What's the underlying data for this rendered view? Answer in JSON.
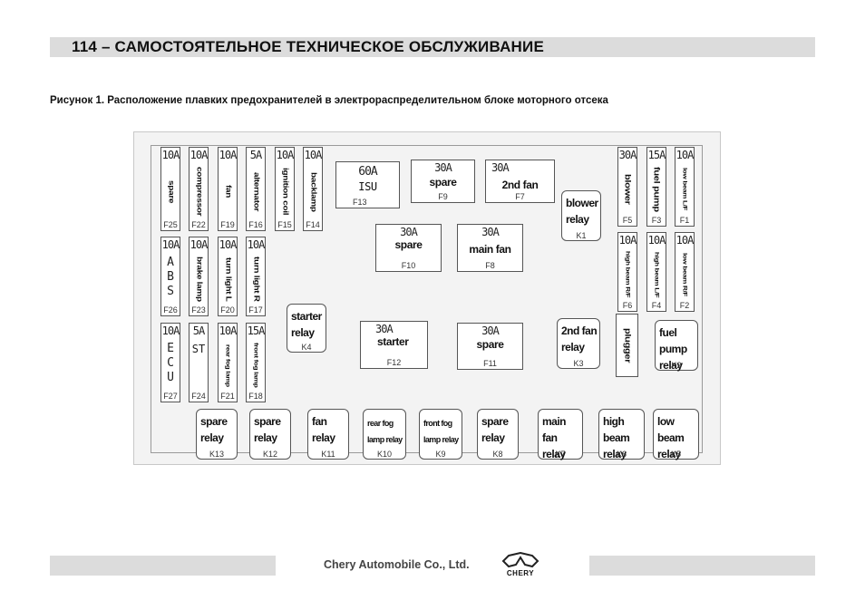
{
  "header": {
    "title": "114 – САМОСТОЯТЕЛЬНОЕ ТЕХНИЧЕСКОЕ ОБСЛУЖИВАНИЕ"
  },
  "caption": "Рисунок 1. Расположение плавких предохранителей в электрораспределительном блоке моторного отсека",
  "fuses": {
    "f25": {
      "amp": "10A",
      "label": "spare",
      "code": "F25"
    },
    "f22": {
      "amp": "10A",
      "label": "compressor",
      "code": "F22"
    },
    "f19": {
      "amp": "10A",
      "label": "fan",
      "code": "F19"
    },
    "f16": {
      "amp": "5A",
      "label": "alternator",
      "code": "F16"
    },
    "f15": {
      "amp": "10A",
      "label": "ignition coil",
      "code": "F15"
    },
    "f14": {
      "amp": "10A",
      "label": "backlamp",
      "code": "F14"
    },
    "f26": {
      "amp": "10A",
      "letters": "A\nB\nS",
      "code": "F26"
    },
    "f23": {
      "amp": "10A",
      "label": "brake lamp",
      "code": "F23"
    },
    "f20": {
      "amp": "10A",
      "label": "turn light L",
      "code": "F20"
    },
    "f17": {
      "amp": "10A",
      "label": "turn light R",
      "code": "F17"
    },
    "f27": {
      "amp": "10A",
      "letters": "E\nC\nU",
      "code": "F27"
    },
    "f24": {
      "amp": "5A",
      "letters": "ST",
      "code": "F24"
    },
    "f21": {
      "amp": "10A",
      "label": "rear fog lamp",
      "code": "F21"
    },
    "f18": {
      "amp": "15A",
      "label": "front fog lamp",
      "code": "F18"
    },
    "f13": {
      "amp": "60A",
      "label": "ISU",
      "code": "F13"
    },
    "f9": {
      "amp": "30A",
      "label": "spare",
      "code": "F9"
    },
    "f7": {
      "amp": "30A",
      "label": "2nd fan",
      "code": "F7"
    },
    "f10": {
      "amp": "30A",
      "label": "spare",
      "code": "F10"
    },
    "f8": {
      "amp": "30A",
      "label": "main fan",
      "code": "F8"
    },
    "f12": {
      "amp": "30A",
      "label": "starter",
      "code": "F12"
    },
    "f11": {
      "amp": "30A",
      "label": "spare",
      "code": "F11"
    },
    "f5": {
      "amp": "30A",
      "label": "blower",
      "code": "F5"
    },
    "f3": {
      "amp": "15A",
      "label": "fuel pump",
      "code": "F3"
    },
    "f1": {
      "amp": "10A",
      "label": "low beam L/F",
      "code": "F1"
    },
    "f6": {
      "amp": "10A",
      "label": "high beam R/F",
      "code": "F6"
    },
    "f4": {
      "amp": "10A",
      "label": "high beam L/F",
      "code": "F4"
    },
    "f2": {
      "amp": "10A",
      "label": "low beam R/F",
      "code": "F2"
    },
    "plugger": {
      "label": "plugger"
    }
  },
  "relays": {
    "k1": {
      "name": "blower\nrelay",
      "code": "K1"
    },
    "k4": {
      "name": "starter\nrelay",
      "code": "K4"
    },
    "k3": {
      "name": "2nd fan\nrelay",
      "code": "K3"
    },
    "k2": {
      "name": "fuel pump\nrelay",
      "code": "K2"
    },
    "k13": {
      "name": "spare\nrelay",
      "code": "K13"
    },
    "k12": {
      "name": "spare\nrelay",
      "code": "K12"
    },
    "k11": {
      "name": "fan\nrelay",
      "code": "K11"
    },
    "k10": {
      "name": "rear fog\nlamp relay",
      "code": "K10"
    },
    "k9": {
      "name": "front fog\nlamp relay",
      "code": "K9"
    },
    "k8": {
      "name": "spare\nrelay",
      "code": "K8"
    },
    "k7": {
      "name": "main fan\nrelay",
      "code": "K7"
    },
    "k6": {
      "name": "high beam\nrelay",
      "code": "K6"
    },
    "k5": {
      "name": "low beam\nrelay",
      "code": "K5"
    }
  },
  "footer": {
    "company": "Chery Automobile Co., Ltd.",
    "logo_text": "CHERY"
  }
}
